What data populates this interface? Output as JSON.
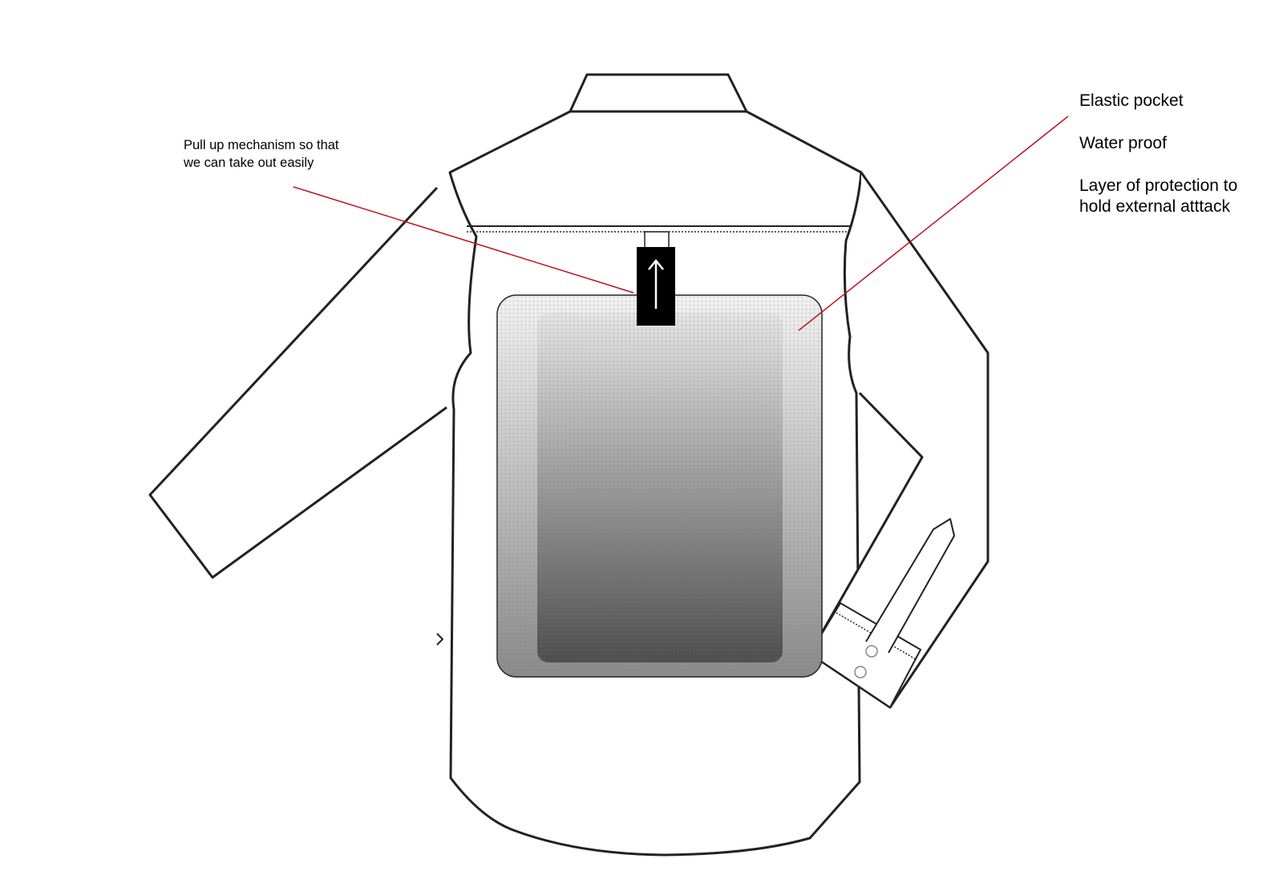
{
  "annotations": {
    "pull_up": "Pull up mechanism so that we can take out easily",
    "elastic_pocket": "Elastic pocket",
    "water_proof": "Water proof",
    "protection": "Layer of protection to hold external atttack"
  },
  "icons": {
    "pull_tab_arrow": "arrow-up-icon"
  },
  "colors": {
    "leader_line": "#c0111f",
    "outline": "#222222",
    "pull_tab": "#000000",
    "pocket_fill_top": "#ececec",
    "pocket_fill_bottom": "#5c5c5c"
  }
}
